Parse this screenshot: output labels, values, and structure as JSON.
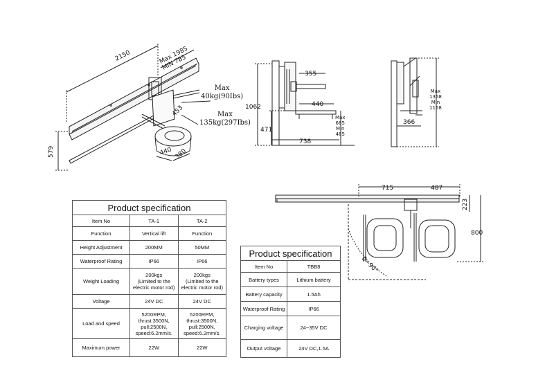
{
  "drawing_iso": {
    "length": "2150",
    "travel_max": "Max 1985",
    "travel_min": "MIN 785",
    "height": "579",
    "seat_width": "440",
    "seat_depth": "380",
    "arm_offset": "453",
    "load_arm": "Max\n40kg(90Ibs)",
    "load_seat": "Max\n135kg(297Ibs)"
  },
  "drawing_side": {
    "arm_length": "355",
    "total_height": "1062",
    "arm_reach": "440",
    "lower_height": "471",
    "seat_height": "Max\n685\nMin\n485",
    "depth": "738"
  },
  "drawing_front": {
    "height_range": "Max\n1358\nMin\n1158",
    "depth": "366"
  },
  "drawing_plan": {
    "width_a": "715",
    "width_b": "487",
    "offset": "223",
    "overall": "800",
    "rotation": "0~90°"
  },
  "spec_table_1": {
    "title": "Product specification",
    "rows": [
      [
        "Item No",
        "TA-1",
        "TA-2"
      ],
      [
        "Function",
        "Vertical lift",
        "Function"
      ],
      [
        "Height Adjustment",
        "200MM",
        "50MM"
      ],
      [
        "Waterproof Rating",
        "IP66",
        "IP66"
      ],
      [
        "Weight Loading",
        "200kgs\n(Limited to the\nelectric motor rod)",
        "200kgs\n(Limited to the\nelectric motor rod)"
      ],
      [
        "Voltage",
        "24V DC",
        "24V DC"
      ],
      [
        "Load and speed",
        "5200RPM,\nthrust:3500N,\npull:2500N,\nspeed:6.2mm/s.",
        "5200RPM,\nthrust:3500N,\npull:2500N,\nspeed:6.2mm/s."
      ],
      [
        "Maximum power",
        "22W",
        "22W"
      ]
    ]
  },
  "spec_table_2": {
    "title": "Product specification",
    "rows": [
      [
        "Item No",
        "TBB8"
      ],
      [
        "Battery types",
        "Lithium battery"
      ],
      [
        "Battery capacity",
        "1.5Ah"
      ],
      [
        "Waterproof Rating",
        "IP66"
      ],
      [
        "Charging voltage",
        "24~35V DC"
      ],
      [
        "Output voltage",
        "24V DC,1.5A"
      ]
    ]
  }
}
